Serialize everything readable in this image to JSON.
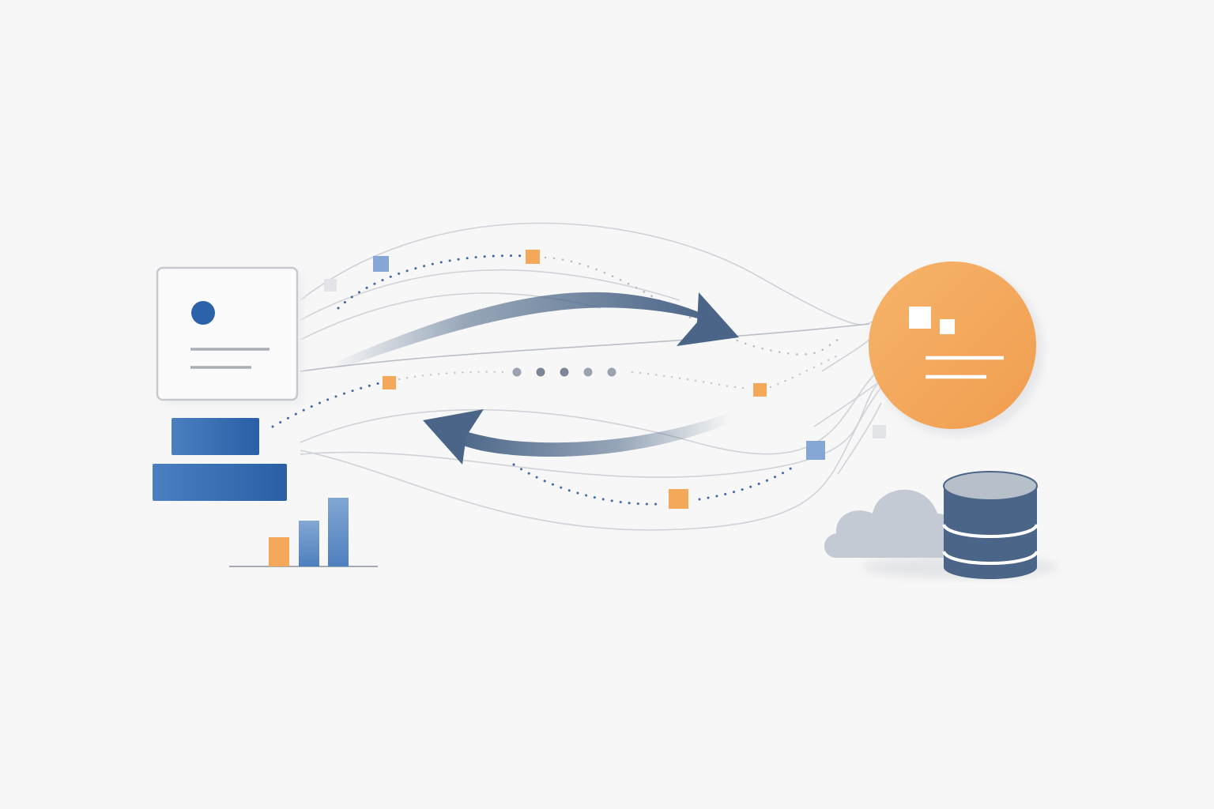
{
  "colors": {
    "background": "#f7f7f7",
    "blue_primary": "#2c63a8",
    "blue_light": "#7fa3d1",
    "slate": "#4a6587",
    "orange": "#f4a95a",
    "orange_dark": "#f2a157",
    "gray_line": "#c9ccd3",
    "gray_light": "#e4e5e8",
    "cloud": "#c4cbd5",
    "database": "#4a6587",
    "card_border": "#c9ccd3"
  },
  "nodes": {
    "left": {
      "card_icon": "document-card-icon",
      "blocks_icon": "stacked-blocks-icon",
      "chart_icon": "bar-chart-icon",
      "chart_bar_levels": [
        0.37,
        0.58,
        0.87
      ]
    },
    "right": {
      "hub_icon": "orange-hub-icon",
      "cloud_icon": "cloud-icon",
      "database_icon": "database-icon"
    }
  },
  "flows": {
    "forward_arrow_icon": "arrow-right-icon",
    "return_arrow_icon": "arrow-left-icon",
    "packet_icon": "data-packet-icon",
    "dots_count": 5
  }
}
